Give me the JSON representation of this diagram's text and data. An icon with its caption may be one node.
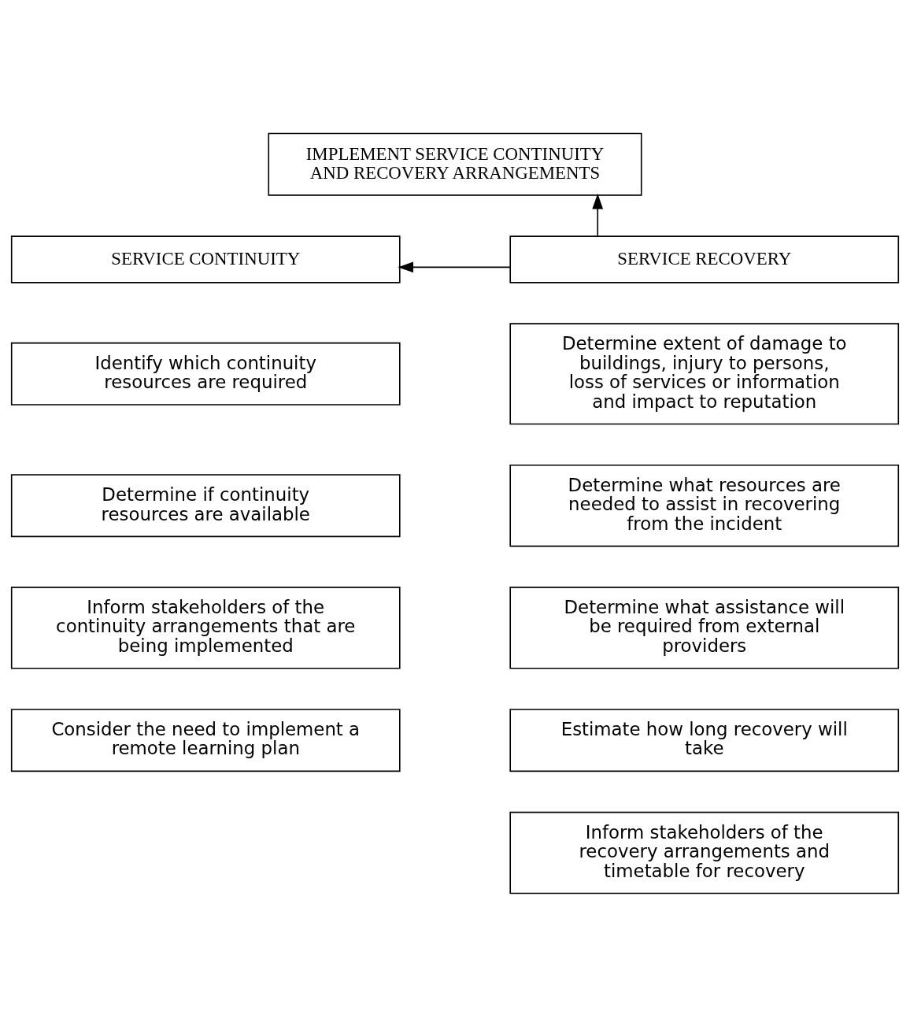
{
  "diagram": {
    "nodes": [
      {
        "text": [
          "IMPLEMENT SERVICE CONTINUITY AND RECOVERY ARRANGEMENTS"
        ]
      },
      {
        "text": [
          "SERVICE CONTINUITY"
        ]
      },
      {
        "text": [
          "SERVICE RECOVERY"
        ]
      },
      {
        "text": [
          "Identify which continuity resources are required"
        ]
      },
      {
        "text": [
          "Determine if continuity resources are available"
        ]
      },
      {
        "text": [
          "Inform stakeholders of the continuity arrangements that are being implemented"
        ]
      },
      {
        "text": [
          "Consider the need to implement a remote learning plan"
        ]
      },
      {
        "text": [
          "Determine extent of damage to buildings, injury to persons, loss of services or information and impact to reputation"
        ]
      },
      {
        "text": [
          "Determine what resources are needed to assist in recovering from the incident"
        ]
      },
      {
        "text": [
          "Determine what assistance will be required from external providers"
        ]
      },
      {
        "text": [
          "Estimate how long recovery will take"
        ]
      },
      {
        "text": [
          "Inform stakeholders of the recovery arrangements and timetable for recovery"
        ]
      }
    ],
    "edges": [
      {
        "from": 2,
        "to": 0,
        "arrow": "to"
      },
      {
        "from": 2,
        "to": 1,
        "arrow": "to"
      }
    ]
  }
}
